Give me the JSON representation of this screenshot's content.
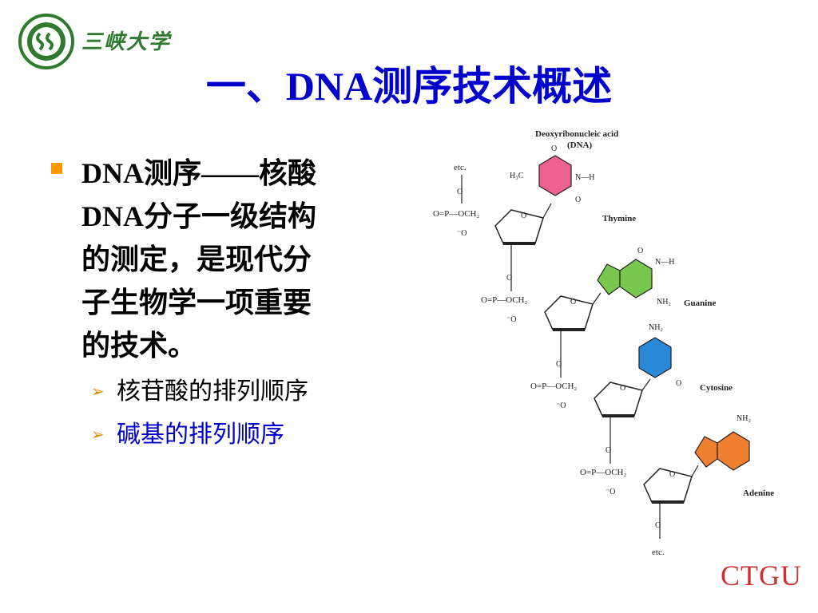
{
  "logo": {
    "university_name": "三峡大学",
    "seal_icon": "university-seal-icon"
  },
  "title": "一、DNA测序技术概述",
  "bullet": {
    "text": "DNA测序——核酸DNA分子一级结构的测定，是现代分子生物学一项重要的技术。",
    "lines": [
      "DNA测序——核酸",
      "DNA分子一级结构",
      "的测定，是现代分",
      "子生物学一项重要",
      "的技术。"
    ],
    "sub_items": [
      {
        "label": "核苷酸的排列顺序",
        "color": "#000000"
      },
      {
        "label": "碱基的排列顺序",
        "color": "#0000cc"
      }
    ]
  },
  "figure": {
    "title_line1": "Deoxyribonucleic acid",
    "title_line2": "(DNA)",
    "etc_top": "etc.",
    "etc_bottom": "etc.",
    "bases": [
      {
        "name": "Thymine",
        "color": "#f06090"
      },
      {
        "name": "Guanine",
        "color": "#78c850"
      },
      {
        "name": "Cytosine",
        "color": "#2a88d8"
      },
      {
        "name": "Adenine",
        "color": "#f08030"
      }
    ]
  },
  "footer": {
    "brand": "CTGU"
  },
  "colors": {
    "title": "#0000cc",
    "bullet": "#ff9900",
    "brand": "#cc3333"
  }
}
